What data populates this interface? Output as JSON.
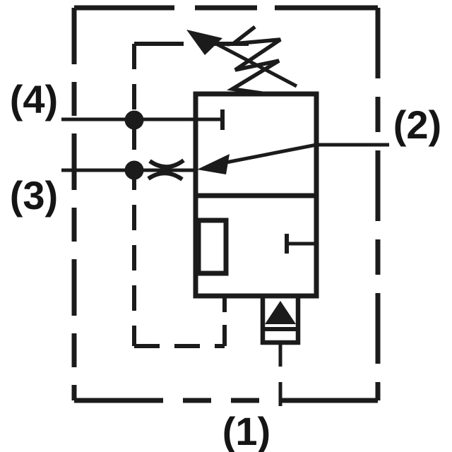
{
  "schematic": {
    "description_colors": {
      "line_color": "#1b1b1b",
      "background": "#ffffff"
    },
    "port_labels": {
      "p1": "(1)",
      "p2": "(2)",
      "p3": "(3)",
      "p4": "(4)"
    },
    "components": {
      "boundary": "dashed-enclosure-box",
      "valve_body": "two-section-valve-envelope",
      "spring": "zigzag-spring-icon",
      "adjustment_arrow": "diagonal-adjustment-arrow-icon",
      "pilot_sense_arrow": "pressure-sense-arrow-icon",
      "orifice": "flow-restriction-orifice-icon",
      "blocked_port": "blocked-port-tee-icon",
      "spool_box": "inner-spool-rectangle",
      "check_valve": "check-valve-poppet-icon",
      "junction_dots": "filled-junction-dot",
      "pilot_lines": "dashed-pilot-drain-path"
    }
  }
}
